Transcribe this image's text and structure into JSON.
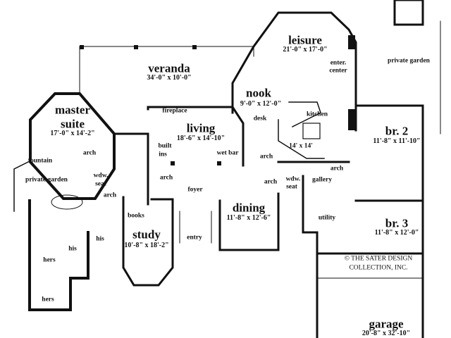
{
  "plan": {
    "rooms": {
      "leisure": {
        "name": "leisure",
        "dims": "21'-0\" x 17'-0\""
      },
      "veranda": {
        "name": "veranda",
        "dims": "34'-0\" x 10'-0\""
      },
      "nook": {
        "name": "nook",
        "dims": "9'-0\" x 12'-0\""
      },
      "master": {
        "name1": "master",
        "name2": "suite",
        "dims": "17'-0\" x 14'-2\""
      },
      "living": {
        "name": "living",
        "dims": "18'-6\" x 14'-10\""
      },
      "br2": {
        "name": "br. 2",
        "dims": "11'-8\" x 11'-10\""
      },
      "study": {
        "name": "study",
        "dims": "10'-8\" x 18'-2\""
      },
      "dining": {
        "name": "dining",
        "dims": "11'-8\" x 12'-6\""
      },
      "br3": {
        "name": "br. 3",
        "dims": "11'-8\" x 12'-0\""
      },
      "garage": {
        "name": "garage",
        "dims": "20'-8\" x 32'-10\""
      }
    },
    "notes": {
      "enter1": "enter.",
      "enter2": "center",
      "private_garden_right": "private garden",
      "private_garden_left": "private garden",
      "fireplace": "fireplace",
      "desk": "desk",
      "kitchen": "kitchen",
      "kitchen_dims": "14' x 14'",
      "built": "built",
      "ins": "ins",
      "wet_bar": "wet bar",
      "arch": "arch",
      "fountain": "fountain",
      "wdw": "wdw.",
      "seat": "seat",
      "foyer": "foyer",
      "gallery": "gallery",
      "books": "books",
      "entry": "entry",
      "utility": "utility",
      "his": "his",
      "hers": "hers"
    },
    "copyright": {
      "line1": "© THE SATER DESIGN",
      "line2": "COLLECTION, INC."
    }
  }
}
